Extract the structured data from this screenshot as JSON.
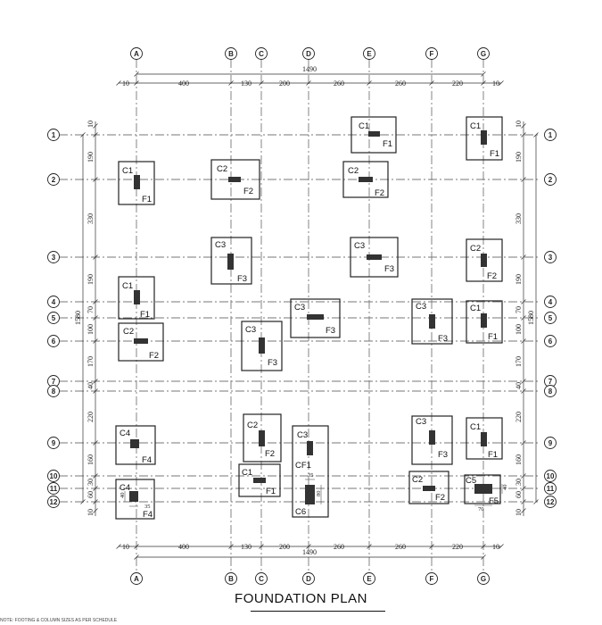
{
  "title": "FOUNDATION PLAN",
  "bottom_note": "NOTE: FOOTING & COLUMN SIZES AS PER SCHEDULE",
  "grid_columns": [
    "A",
    "B",
    "C",
    "D",
    "E",
    "F",
    "G"
  ],
  "grid_rows": [
    "1",
    "2",
    "3",
    "4",
    "5",
    "6",
    "7",
    "8",
    "9",
    "10",
    "11",
    "12"
  ],
  "horizontal_dims": {
    "total": "1490",
    "segments": [
      "10",
      "400",
      "130",
      "200",
      "260",
      "260",
      "220",
      "10"
    ]
  },
  "vertical_dims": {
    "total": "1580",
    "segments": [
      "10",
      "190",
      "330",
      "190",
      "70",
      "100",
      "170",
      "40",
      "220",
      "160",
      "30",
      "60",
      "10"
    ]
  },
  "footings": [
    {
      "column": "C1",
      "footing": "F1"
    },
    {
      "column": "C1",
      "footing": "F1"
    },
    {
      "column": "C1",
      "footing": "F1"
    },
    {
      "column": "C2",
      "footing": "F2"
    },
    {
      "column": "C2",
      "footing": "F2"
    },
    {
      "column": "C3",
      "footing": "F3"
    },
    {
      "column": "C3",
      "footing": "F3"
    },
    {
      "column": "C2",
      "footing": "F2"
    },
    {
      "column": "C1",
      "footing": "F1"
    },
    {
      "column": "C3",
      "footing": "F3"
    },
    {
      "column": "C3",
      "footing": "F3"
    },
    {
      "column": "C1",
      "footing": "F1"
    },
    {
      "column": "C2",
      "footing": "F2"
    },
    {
      "column": "C3",
      "footing": "F3"
    },
    {
      "column": "C4",
      "footing": "F4"
    },
    {
      "column": "C2",
      "footing": "F2"
    },
    {
      "column": "C3",
      "footing": "F3"
    },
    {
      "column": "C1",
      "footing": "F1"
    },
    {
      "column": "C1",
      "footing": "F1"
    },
    {
      "column": "C4",
      "footing": "F4"
    },
    {
      "column": "C2",
      "footing": "F2"
    },
    {
      "column": "C5",
      "footing": "F5"
    }
  ],
  "combined_footing": {
    "columns": [
      "C3",
      "C6"
    ],
    "footing": "CF1"
  },
  "small_dims": {
    "cf1_width": "35",
    "cf1_length": "80",
    "c4_length": "40",
    "c4_width": "35",
    "c5_width": "40",
    "c5_length": "70"
  }
}
